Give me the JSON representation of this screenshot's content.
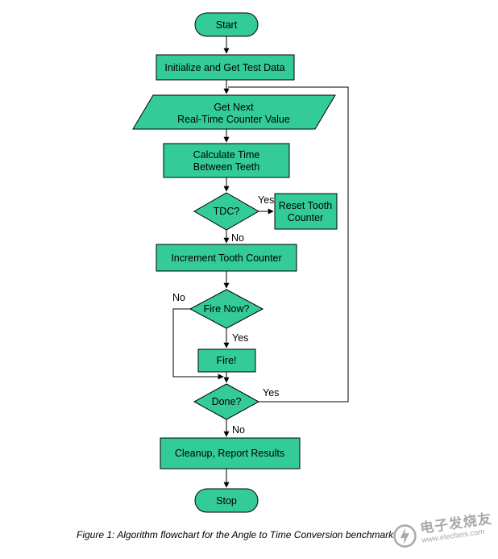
{
  "colors": {
    "shape_fill": "#33cc99",
    "shape_border": "#000000",
    "edge_color": "#000000",
    "watermark": "#a9a9a9"
  },
  "nodes": {
    "start": "Start",
    "init": "Initialize and Get Test Data",
    "get_next_line1": "Get Next",
    "get_next_line2": "Real-Time Counter Value",
    "calc_line1": "Calculate Time",
    "calc_line2": "Between Teeth",
    "tdc": "TDC?",
    "reset_line1": "Reset Tooth",
    "reset_line2": "Counter",
    "increment": "Increment Tooth Counter",
    "fire_now": "Fire Now?",
    "fire": "Fire!",
    "done": "Done?",
    "cleanup": "Cleanup, Report Results",
    "stop": "Stop"
  },
  "edge_labels": {
    "tdc_yes": "Yes",
    "tdc_no": "No",
    "fire_no": "No",
    "fire_yes": "Yes",
    "done_yes": "Yes",
    "done_no": "No"
  },
  "caption": "Figure 1: Algorithm flowchart for the Angle to Time Conversion benchmark",
  "watermark": {
    "brand": "电子发烧友",
    "url": "www.elecfans.com"
  }
}
